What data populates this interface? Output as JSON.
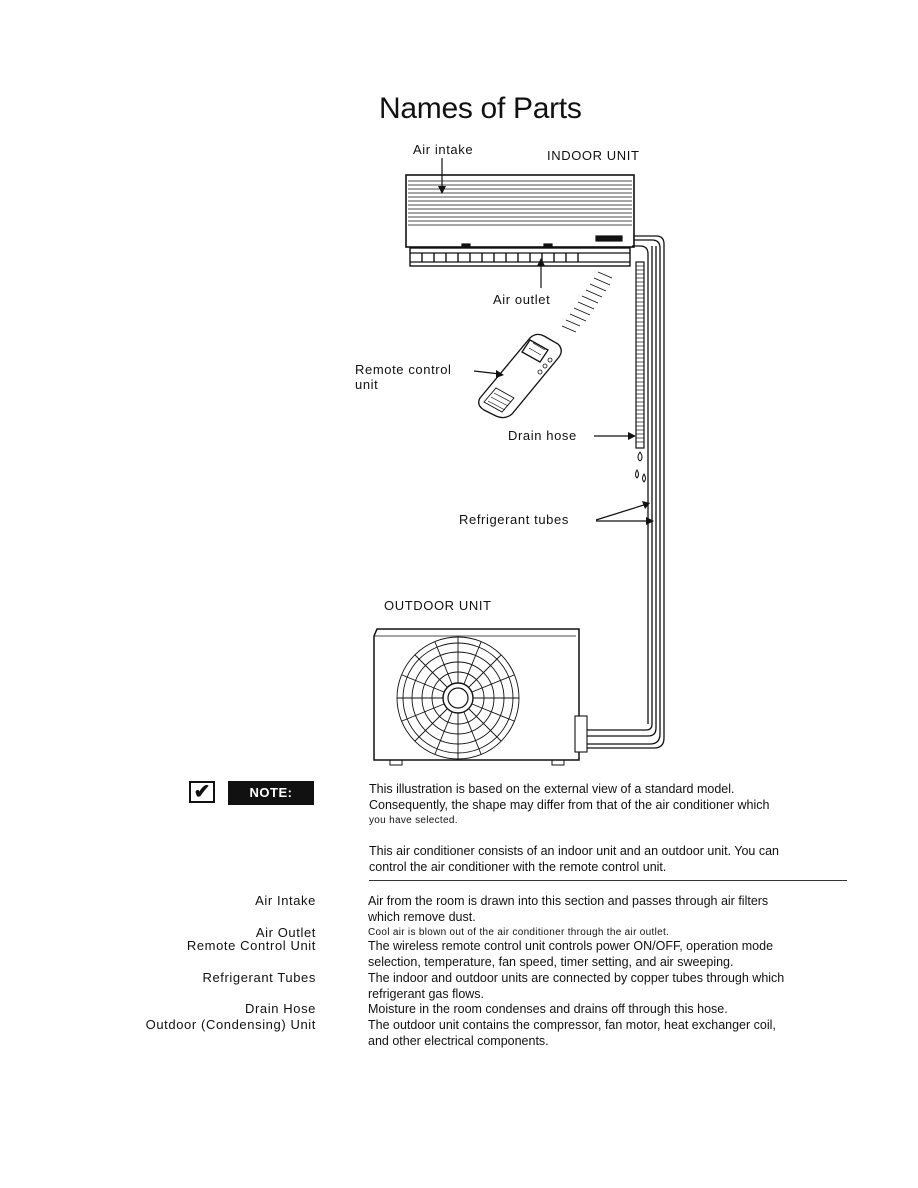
{
  "title": "Names of Parts",
  "diagram": {
    "air_intake": "Air intake",
    "indoor_unit": "INDOOR UNIT",
    "air_outlet": "Air outlet",
    "remote_control_line1": "Remote control",
    "remote_control_line2": "unit",
    "drain_hose": "Drain hose",
    "refrigerant_tubes": "Refrigerant tubes",
    "outdoor_unit": "OUTDOOR UNIT"
  },
  "note": {
    "check_icon": "✔",
    "badge": "NOTE:",
    "para1_line1": "This illustration is based on the external view of a standard model.",
    "para1_line2": "Consequently, the shape may differ from that of the air conditioner which",
    "para1_line3": "you have selected.",
    "para2_line1": "This air conditioner consists of an indoor unit and an outdoor unit. You can",
    "para2_line2": "control the air conditioner with the remote control unit."
  },
  "parts": [
    {
      "term": "Air Intake",
      "desc_lines": [
        "Air from the room is drawn into this section and passes through air filters",
        "which remove dust."
      ]
    },
    {
      "term": "Air Outlet",
      "desc_lines": [
        "Cool air is blown out of the air conditioner through the air outlet."
      ]
    },
    {
      "term": "Remote Control Unit",
      "desc_lines": [
        "The wireless remote control unit controls power ON/OFF, operation mode",
        "selection, temperature, fan speed, timer setting, and air sweeping."
      ]
    },
    {
      "term": "Refrigerant Tubes",
      "desc_lines": [
        "The indoor and outdoor units are connected by copper tubes through which",
        "refrigerant gas flows."
      ]
    },
    {
      "term": "Drain Hose",
      "desc_lines": [
        "Moisture in the room condenses and drains off through this hose."
      ]
    },
    {
      "term": "Outdoor (Condensing) Unit",
      "desc_lines": [
        "The outdoor unit contains the compressor, fan motor, heat exchanger coil,",
        "and other electrical components."
      ]
    }
  ]
}
